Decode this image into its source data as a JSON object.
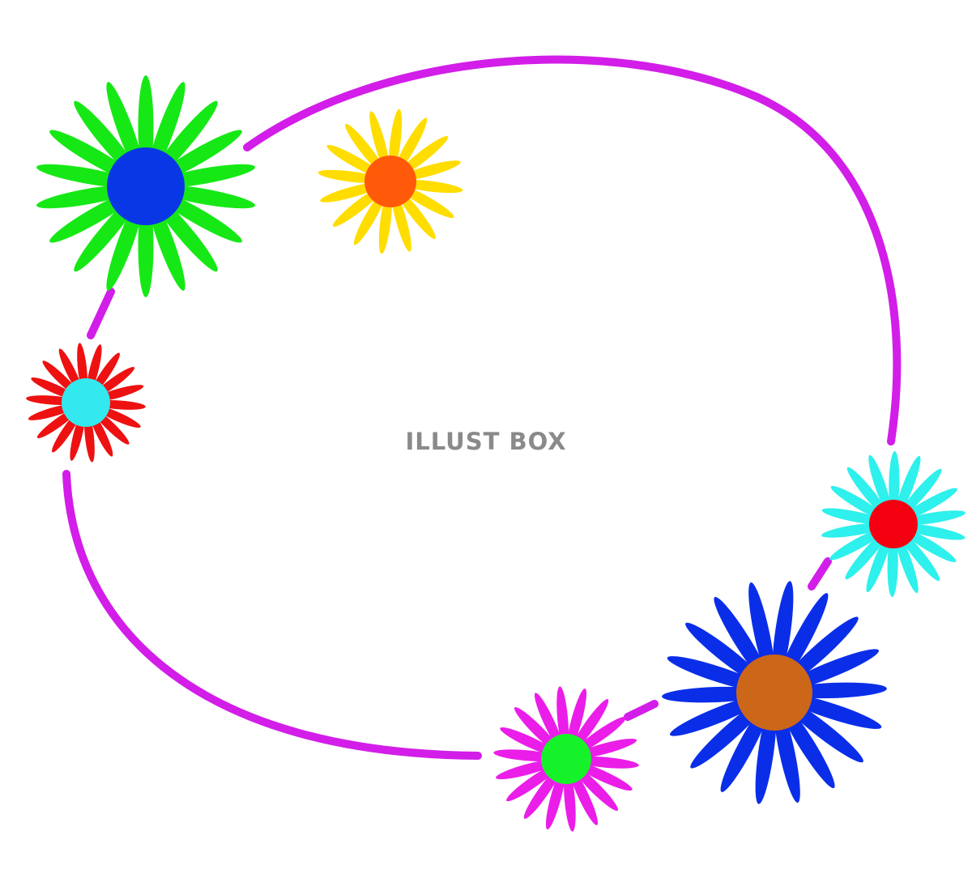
{
  "watermark": "ILLUST BOX",
  "colors": {
    "background": "#ffffff",
    "frame": "#d21ee8",
    "watermark": "#8a8a8a"
  },
  "flowers": [
    {
      "name": "green-flower",
      "petal": "#16e816",
      "center": "#0a37e6",
      "petals": 18
    },
    {
      "name": "yellow-flower",
      "petal": "#ffdd00",
      "center": "#ff5a0a",
      "petals": 16
    },
    {
      "name": "red-flower",
      "petal": "#ee1111",
      "center": "#33e8ee",
      "petals": 18
    },
    {
      "name": "cyan-flower",
      "petal": "#2ef0ec",
      "center": "#f50010",
      "petals": 18
    },
    {
      "name": "blue-flower",
      "petal": "#0a2ee8",
      "center": "#cc6618",
      "petals": 18
    },
    {
      "name": "magenta-flower",
      "petal": "#ea1ee8",
      "center": "#16f22a",
      "petals": 18
    }
  ]
}
